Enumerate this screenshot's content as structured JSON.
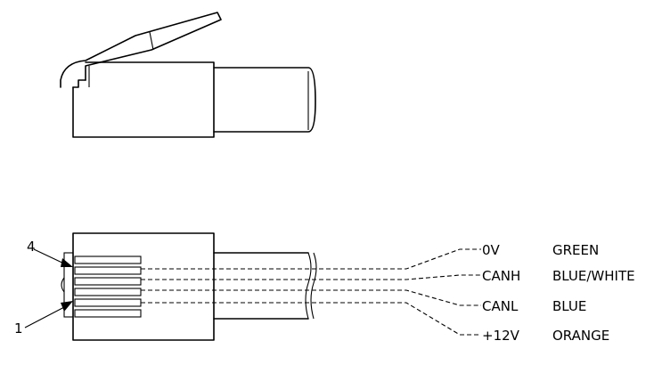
{
  "pins": {
    "top_number": "4",
    "bottom_number": "1"
  },
  "wires": [
    {
      "signal": "0V",
      "color": "GREEN"
    },
    {
      "signal": "CANH",
      "color": "BLUE/WHITE"
    },
    {
      "signal": "CANL",
      "color": "BLUE"
    },
    {
      "signal": "+12V",
      "color": "ORANGE"
    }
  ]
}
